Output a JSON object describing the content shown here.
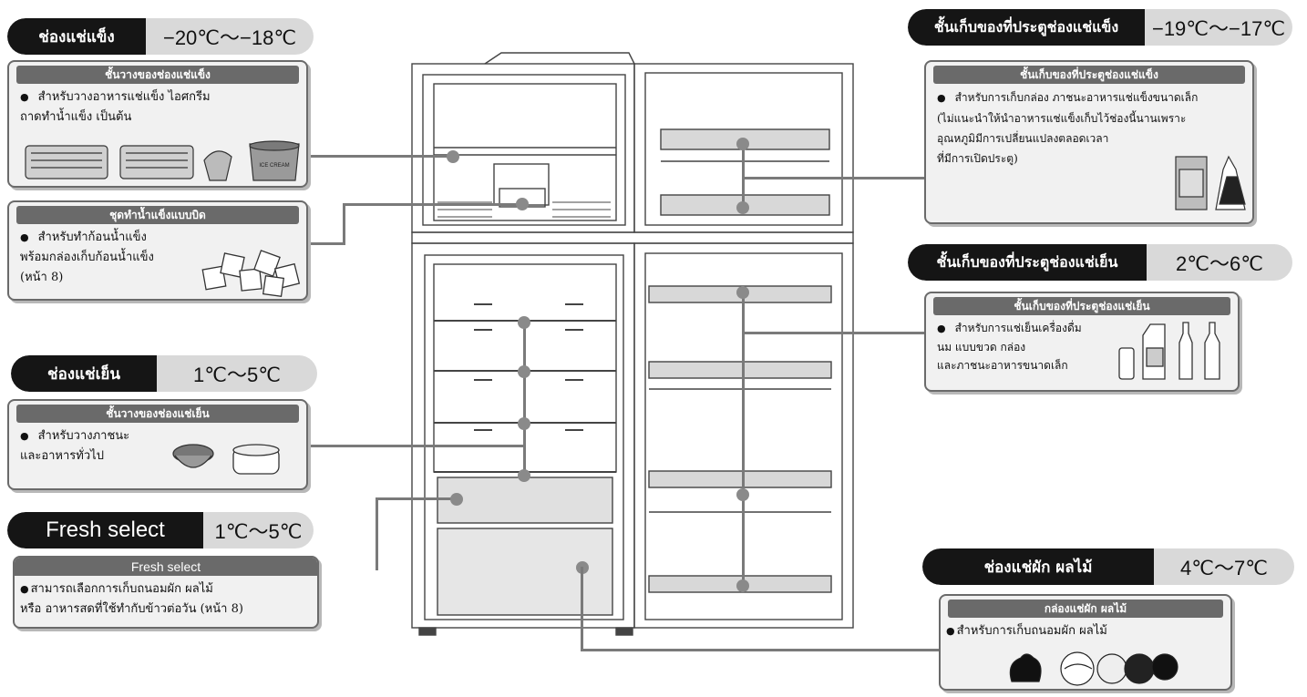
{
  "freezer": {
    "header": "ช่องแช่แข็ง",
    "temp": "−20℃〜−18℃",
    "shelf_box": {
      "title": "ชั้นวางของช่องแช่แข็ง",
      "line1": "สำหรับวางอาหารแช่แข็ง ไอศกรีม",
      "line2": "ถาดทำน้ำแข็ง เป็นต้น"
    },
    "ice_box": {
      "title": "ชุดทำน้ำแข็งแบบบิด",
      "line1": "สำหรับทำก้อนน้ำแข็ง",
      "line2": "พร้อมกล่องเก็บก้อนน้ำแข็ง",
      "line3": "(หน้า 8)"
    }
  },
  "fridge": {
    "header": "ช่องแช่เย็น",
    "temp": "1℃〜5℃",
    "shelf_box": {
      "title": "ชั้นวางของช่องแช่เย็น",
      "line1": "สำหรับวางภาชนะ",
      "line2": "และอาหารทั่วไป"
    }
  },
  "fresh_select": {
    "header": "Fresh select",
    "temp": "1℃〜5℃",
    "box": {
      "title": "Fresh select",
      "line1": "สามารถเลือกการเก็บถนอมผัก ผลไม้",
      "line2": "หรือ อาหารสดที่ใช้ทำกับข้าวต่อวัน (หน้า 8)"
    }
  },
  "freezer_door": {
    "header": "ชั้นเก็บของที่ประตูช่องแช่แข็ง",
    "temp": "−19℃〜−17℃",
    "box": {
      "title": "ชั้นเก็บของที่ประตูช่องแช่แข็ง",
      "line1": "สำหรับการเก็บกล่อง ภาชนะอาหารแช่แข็งขนาดเล็ก",
      "line2": "(ไม่แนะนำให้นำอาหารแช่แข็งเก็บไว้ช่องนี้นานเพราะ",
      "line3": "อุณหภูมิมีการเปลี่ยนแปลงตลอดเวลา",
      "line4": "ที่มีการเปิดประตู)"
    }
  },
  "fridge_door": {
    "header": "ชั้นเก็บของที่ประตูช่องแช่เย็น",
    "temp": "2℃〜6℃",
    "box": {
      "title": "ชั้นเก็บของที่ประตูช่องแช่เย็น",
      "line1": "สำหรับการแช่เย็นเครื่องดื่ม",
      "line2": "นม แบบขวด กล่อง",
      "line3": "และภาชนะอาหารขนาดเล็ก"
    }
  },
  "vegetable": {
    "header": "ช่องแช่ผัก ผลไม้",
    "temp": "4℃〜7℃",
    "box": {
      "title": "กล่องแช่ผัก ผลไม้",
      "line1": "สำหรับการเก็บถนอมผัก ผลไม้"
    }
  },
  "icons": {
    "bullet": "●",
    "ice_cream_label": "ICE CREAM"
  }
}
